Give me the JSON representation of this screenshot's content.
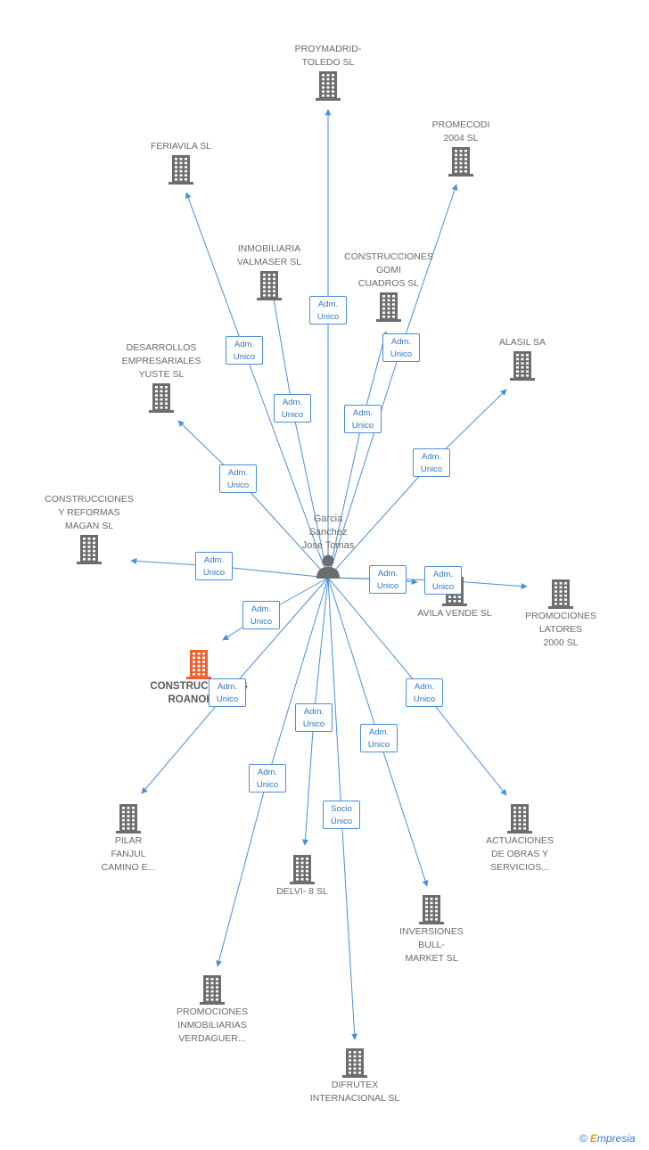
{
  "diagram": {
    "person": {
      "name": "Garcia\nSanchez\nJose Tomas"
    },
    "brand": {
      "copyright": "©",
      "name_first": "E",
      "name_rest": "mpresia"
    },
    "companies": [
      {
        "id": "proymadrid",
        "label": "PROYMADRID-\nTOLEDO SL"
      },
      {
        "id": "feriavila",
        "label": "FERIAVILA SL"
      },
      {
        "id": "promecodi",
        "label": "PROMECODI\n2004 SL"
      },
      {
        "id": "inmobiliaria-valmaser",
        "label": "INMOBILIARIA\nVALMASER SL"
      },
      {
        "id": "construcciones-gomi",
        "label": "CONSTRUCCIONES\nGOMI\nCUADROS SL"
      },
      {
        "id": "desarrollos-yuste",
        "label": "DESARROLLOS\nEMPRESARIALES\nYUSTE SL"
      },
      {
        "id": "alasil",
        "label": "ALASIL SA"
      },
      {
        "id": "construcciones-magan",
        "label": "CONSTRUCCIONES\nY REFORMAS\nMAGAN  SL"
      },
      {
        "id": "avila-vende",
        "label": "AVILA VENDE SL"
      },
      {
        "id": "promociones-latores",
        "label": "PROMOCIONES\nLATORES\n2000 SL"
      },
      {
        "id": "construcciones-roanok",
        "label": "CONSTRUCCIONES\nROANOK SL",
        "focus": true
      },
      {
        "id": "pilar-fanjul",
        "label": "PILAR\nFANJUL\nCAMINO E..."
      },
      {
        "id": "actuaciones-obras",
        "label": "ACTUACIONES\nDE OBRAS Y\nSERVICIOS..."
      },
      {
        "id": "delvi",
        "label": "DELVI- 8 SL"
      },
      {
        "id": "inversiones-bull",
        "label": "INVERSIONES\nBULL-\nMARKET SL"
      },
      {
        "id": "promociones-verdaguer",
        "label": "PROMOCIONES\nINMOBILIARIAS\nVERDAGUER..."
      },
      {
        "id": "difrutex",
        "label": "DIFRUTEX\nINTERNACIONAL SL"
      }
    ],
    "relations": [
      {
        "target": "proymadrid",
        "label": "Adm.\nUnico"
      },
      {
        "target": "feriavila",
        "label": "Adm.\nUnico"
      },
      {
        "target": "promecodi",
        "label": "Adm.\nUnico"
      },
      {
        "target": "inmobiliaria-valmaser",
        "label": "Adm.\nUnico"
      },
      {
        "target": "construcciones-gomi",
        "label": "Adm.\nUnico"
      },
      {
        "target": "desarrollos-yuste",
        "label": "Adm.\nUnico"
      },
      {
        "target": "alasil",
        "label": "Adm.\nUnico"
      },
      {
        "target": "construcciones-magan",
        "label": "Adm.\nUnico"
      },
      {
        "target": "avila-vende",
        "label": "Adm.\nUnico"
      },
      {
        "target": "promociones-latores",
        "label": "Adm.\nUnico"
      },
      {
        "target": "construcciones-roanok",
        "label": "Adm.\nUnico"
      },
      {
        "target": "pilar-fanjul",
        "label": "Adm.\nUnico"
      },
      {
        "target": "actuaciones-obras",
        "label": "Adm.\nUnico"
      },
      {
        "target": "delvi",
        "label": "Adm.\nUnico"
      },
      {
        "target": "inversiones-bull",
        "label": "Adm.\nUnico"
      },
      {
        "target": "promociones-verdaguer",
        "label": "Adm.\nUnico"
      },
      {
        "target": "difrutex",
        "label": "Socio\nÚnico"
      }
    ]
  }
}
